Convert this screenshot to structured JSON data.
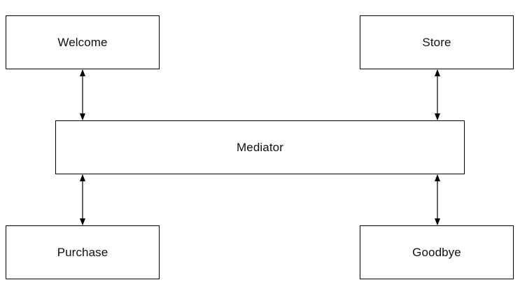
{
  "diagram": {
    "nodes": {
      "welcome": "Welcome",
      "store": "Store",
      "mediator": "Mediator",
      "purchase": "Purchase",
      "goodbye": "Goodbye"
    },
    "edges": [
      {
        "from": "welcome",
        "to": "mediator",
        "direction": "bidirectional"
      },
      {
        "from": "store",
        "to": "mediator",
        "direction": "bidirectional"
      },
      {
        "from": "mediator",
        "to": "purchase",
        "direction": "bidirectional"
      },
      {
        "from": "mediator",
        "to": "goodbye",
        "direction": "bidirectional"
      }
    ],
    "colors": {
      "stroke": "#000000",
      "background": "#ffffff",
      "text": "#111111"
    }
  }
}
